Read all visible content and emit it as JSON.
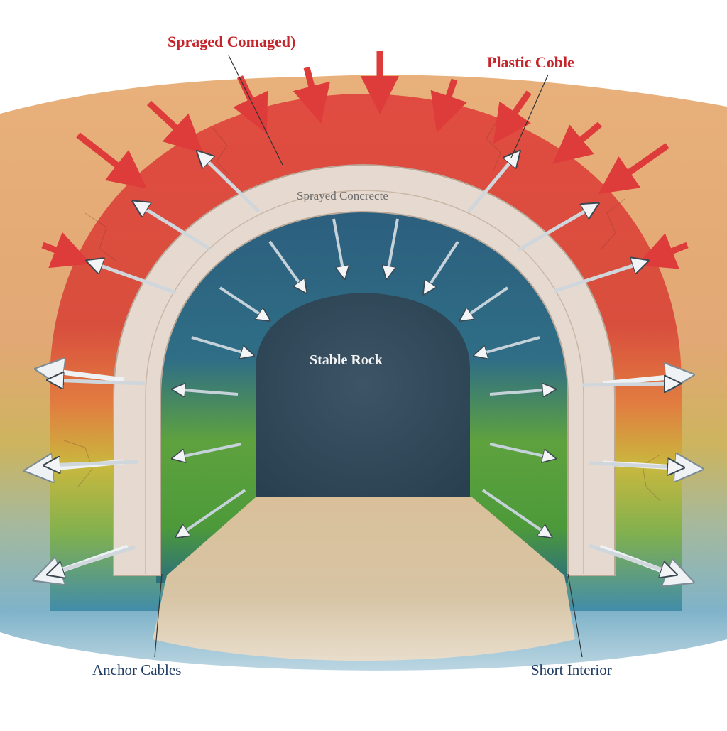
{
  "labels": {
    "sprayed_damaged": "Spraged Comaged)",
    "plastic_cable": "Plastic Coble",
    "sprayed_concrete": "Sprayed Concrecte",
    "stable_rock": "Stable Rock",
    "anchor_cables": "Anchor Cables",
    "short_interior": "Short Interior"
  },
  "colors": {
    "pressure_zone": "#d9403a",
    "transition_zone": "#d8b040",
    "stable_zone": "#2f6a8a",
    "concrete_lining": "#e6d9cf",
    "rock_core": "#34495a",
    "floor": "#d8c2a0",
    "label_red": "#c4252b",
    "label_blue": "#1f3d63"
  }
}
